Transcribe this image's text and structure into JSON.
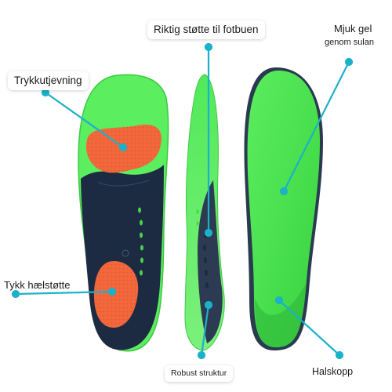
{
  "labels": {
    "arch_support": "Riktig støtte til fotbuen",
    "soft_gel_line1": "Mjuk gel",
    "soft_gel_line2": "genom sulan",
    "pressure_relief": "Trykkutjevning",
    "thick_heel_support": "Tykk hælstøtte",
    "robust_structure": "Robust struktur",
    "heel_cup": "Halskopp"
  },
  "colors": {
    "insole_green": "#5bee5f",
    "insole_dark": "#1d2b42",
    "gel_orange": "#f2683c",
    "pointer_teal": "#1bb1c9"
  },
  "icons": {
    "pointer_dot": "teal-dot-icon"
  }
}
